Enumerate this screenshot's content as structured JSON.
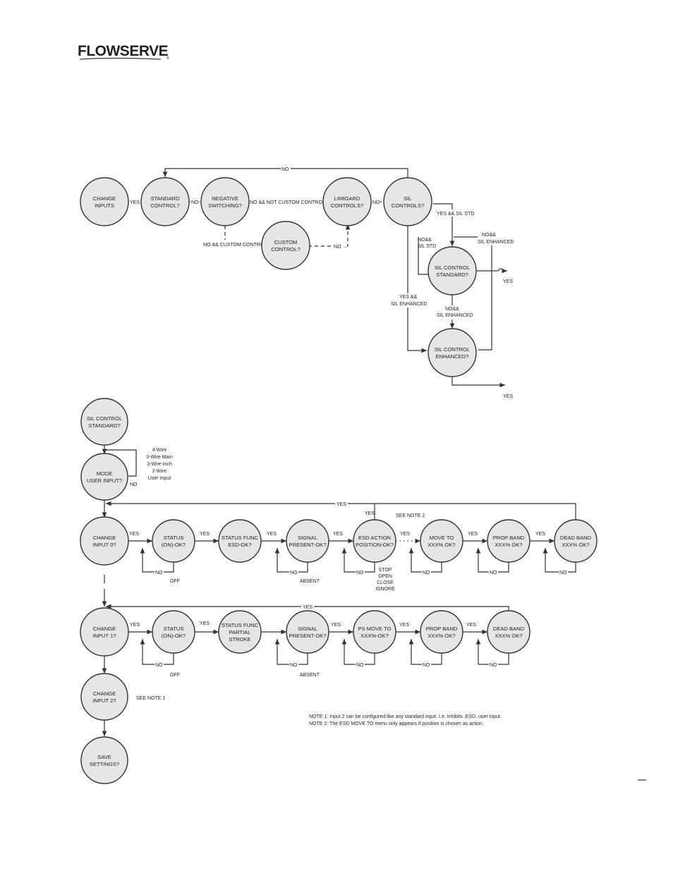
{
  "header": {
    "logo_text": "FLOWSERVE",
    "logo_mark": "®"
  },
  "nodes": {
    "change_inputs": [
      "CHANGE",
      "INPUTS"
    ],
    "standard_control": [
      "STANDARD",
      "CONTROL?"
    ],
    "negative_switching": [
      "NEGATIVE",
      "SWITCHING?"
    ],
    "limigard_controls": [
      "LIMIGARD",
      "CONTROLS?"
    ],
    "sil_controls": [
      "SIL",
      "CONTROLS?"
    ],
    "custom_control": [
      "CUSTOM",
      "CONTROL?"
    ],
    "sil_control_standard_1": [
      "SIL CONTROL",
      "STANDARD?"
    ],
    "sil_control_enhanced": [
      "SIL CONTROL",
      "ENHANCED?"
    ],
    "sil_control_standard_2": [
      "SIL CONTROL",
      "STANDARD?"
    ],
    "mode_user_input": [
      "MODE",
      "USER INPUT?"
    ],
    "change_input_0": [
      "CHANGE",
      "INPUT 0?"
    ],
    "status_on_ok_0": [
      "STATUS",
      "(ON)-OK?"
    ],
    "status_func_esd": [
      "STATUS FUNC",
      "ESD-OK?"
    ],
    "signal_present_0": [
      "SIGNAL",
      "PRESENT-OK?"
    ],
    "esd_action_position": [
      "ESD ACTION",
      "POSITION-OK?"
    ],
    "move_to": [
      "MOVE TO",
      "XXX% OK?"
    ],
    "prop_band_0": [
      "PROP BAND",
      "XXX% OK?"
    ],
    "dead_band_0": [
      "DEAD BAND",
      "XXX% OK?"
    ],
    "change_input_1": [
      "CHANGE",
      "INPUT 1?"
    ],
    "status_on_ok_1": [
      "STATUS",
      "(ON)-OK?"
    ],
    "status_func_partial": [
      "STATUS FUNC",
      "PARTIAL",
      "STROKE"
    ],
    "signal_present_1": [
      "SIGNAL",
      "PRESENT-OK?"
    ],
    "ps_move_to": [
      "PS MOVE TO",
      "XXX%-OK?"
    ],
    "prop_band_1": [
      "PROP BAND",
      "XXX% OK?"
    ],
    "dead_band_1": [
      "DEAD BAND",
      "XXX% OK?"
    ],
    "change_input_2": [
      "CHANGE",
      "INPUT 2?"
    ],
    "save_settings": [
      "SAVE",
      "SETTINGS?"
    ]
  },
  "edges": {
    "yes": "YES",
    "no": "NO",
    "no_arrow": "NO →",
    "no_not_custom": "NO && NOT CUSTOM CONTROLS",
    "no_custom": "NO && CUSTOM CONTROLS",
    "yes_sil_std": "YES && SIL STD",
    "no_sil_std": [
      "NO&&",
      "SIL STD"
    ],
    "no_sil_enhanced": [
      "NO&&",
      "SIL ENHANCED"
    ],
    "yes_sil_enhanced": [
      "YES &&",
      "SIL ENHANCED"
    ],
    "off": "OFF",
    "absent": "ABSENT"
  },
  "mode_options": [
    "4-Wire",
    "3-Wire Main",
    "3-Wire Inch",
    "2-Wire",
    "User Input"
  ],
  "esd_actions": [
    "STOP",
    "OPEN",
    "CLOSE",
    "IGNORE"
  ],
  "note_refs": {
    "see_note_2": "SEE NOTE 2",
    "see_note_1": "SEE NOTE 1"
  },
  "notes": [
    "NOTE 1: Input 2 can be configured like any standard input. I.e. Inhibits ,ESD, user input.",
    "NOTE 2: The ESD MOVE TO menu only appears if position is chosen as action."
  ],
  "colors": {
    "node_fill": "#e6e6e6",
    "line": "#333333",
    "text": "#222222"
  }
}
